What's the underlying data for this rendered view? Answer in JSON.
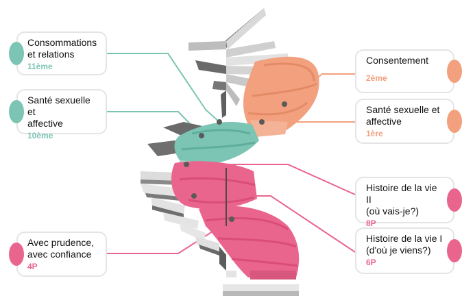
{
  "colors": {
    "teal": "#7cc4b3",
    "orange": "#f2a07e",
    "pink": "#e9658e",
    "step_light": "#e4e4e4",
    "step_mid": "#b5b5b5",
    "step_dark": "#6d6d6d"
  },
  "cards": [
    {
      "id": "consommations",
      "text": "Consommations\net relations",
      "grade": "11ème",
      "color": "teal"
    },
    {
      "id": "sante-10",
      "text": "Santé sexuelle et\naffective",
      "grade": "10ème",
      "color": "teal"
    },
    {
      "id": "consentement",
      "text": "Consentement",
      "grade": "2ème",
      "color": "orange"
    },
    {
      "id": "sante-1",
      "text": "Santé sexuelle et\naffective",
      "grade": "1ère",
      "color": "orange"
    },
    {
      "id": "histoire-2",
      "text": "Histoire de la vie II\n(où vais-je?)",
      "grade": "8P",
      "color": "pink"
    },
    {
      "id": "histoire-1",
      "text": "Histoire de la vie I\n(d'où je viens?)",
      "grade": "6P",
      "color": "pink"
    },
    {
      "id": "prudence",
      "text": "Avec prudence,\navec confiance",
      "grade": "4P",
      "color": "pink"
    }
  ]
}
